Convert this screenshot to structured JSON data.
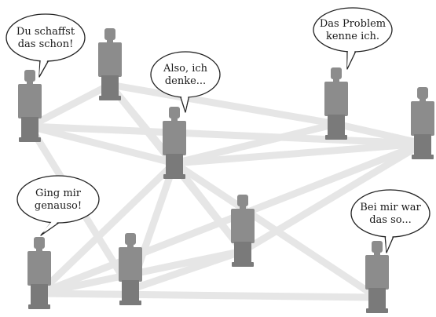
{
  "colors": {
    "person": "#8c8c8c",
    "person_dark": "#7a7a7a",
    "connection": "#e6e6e6",
    "bubble_fill": "#ffffff",
    "bubble_stroke": "#222222",
    "text": "#1a1a1a"
  },
  "people": [
    {
      "id": "p1",
      "icon": "person-icon"
    },
    {
      "id": "p2",
      "icon": "person-icon"
    },
    {
      "id": "p3",
      "icon": "person-icon"
    },
    {
      "id": "p4",
      "icon": "person-icon"
    },
    {
      "id": "p5",
      "icon": "person-icon"
    },
    {
      "id": "p6",
      "icon": "person-icon"
    },
    {
      "id": "p7",
      "icon": "person-icon"
    },
    {
      "id": "p8",
      "icon": "person-icon"
    },
    {
      "id": "p9",
      "icon": "person-icon"
    }
  ],
  "connections": [
    [
      "p1",
      "p2"
    ],
    [
      "p1",
      "p3"
    ],
    [
      "p1",
      "p5"
    ],
    [
      "p1",
      "p8"
    ],
    [
      "p2",
      "p3"
    ],
    [
      "p2",
      "p4"
    ],
    [
      "p2",
      "p7"
    ],
    [
      "p3",
      "p4"
    ],
    [
      "p3",
      "p5"
    ],
    [
      "p3",
      "p6"
    ],
    [
      "p3",
      "p7"
    ],
    [
      "p3",
      "p8"
    ],
    [
      "p3",
      "p9"
    ],
    [
      "p4",
      "p5"
    ],
    [
      "p5",
      "p6"
    ],
    [
      "p5",
      "p7"
    ],
    [
      "p6",
      "p7"
    ],
    [
      "p6",
      "p9"
    ],
    [
      "p7",
      "p8"
    ]
  ],
  "bubbles": [
    {
      "id": "b1",
      "person": "p1",
      "lines": [
        "Du schaffst",
        "das schon!"
      ]
    },
    {
      "id": "b2",
      "person": "p3",
      "lines": [
        "Also, ich",
        "denke..."
      ]
    },
    {
      "id": "b3",
      "person": "p4",
      "lines": [
        "Das Problem",
        "kenne ich."
      ]
    },
    {
      "id": "b4",
      "person": "p6",
      "lines": [
        "Ging mir",
        "genauso!"
      ]
    },
    {
      "id": "b5",
      "person": "p9",
      "lines": [
        "Bei mir war",
        "das so..."
      ]
    }
  ]
}
